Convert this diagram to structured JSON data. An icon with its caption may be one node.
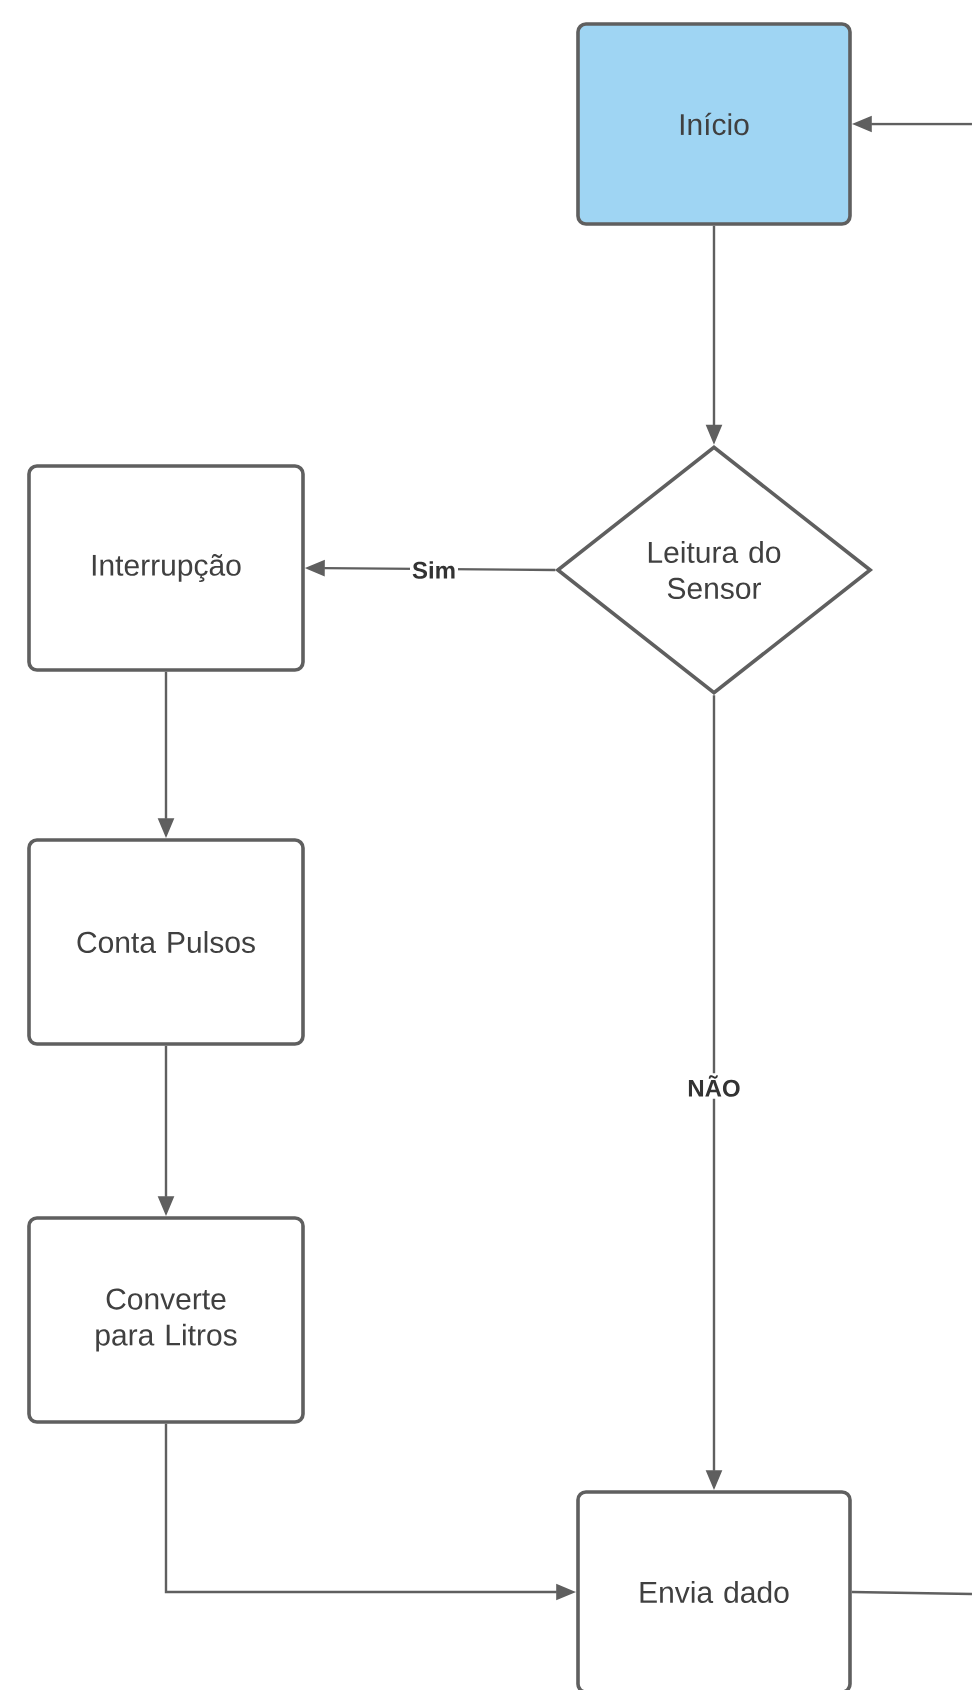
{
  "diagram": {
    "nodes": [
      {
        "text": [
          "Início"
        ]
      },
      {
        "text": [
          "Leitura do Sensor"
        ]
      },
      {
        "text": [
          "Interrupção"
        ]
      },
      {
        "text": [
          "Conta Pulsos"
        ]
      },
      {
        "text": [
          "Converte para Litros"
        ]
      },
      {
        "text": [
          "Envia dado"
        ]
      }
    ],
    "edges": [
      {
        "from": null,
        "to": 0,
        "arrow": "to"
      },
      {
        "from": 0,
        "to": 1,
        "arrow": "to"
      },
      {
        "from": 1,
        "to": 2,
        "arrow": "to",
        "label": "Sim"
      },
      {
        "from": 2,
        "to": 3,
        "arrow": "to"
      },
      {
        "from": 3,
        "to": 4,
        "arrow": "to"
      },
      {
        "from": 4,
        "to": 5,
        "arrow": "to"
      },
      {
        "from": 1,
        "to": 5,
        "arrow": "to",
        "label": "NÃO"
      },
      {
        "from": 5,
        "to": null,
        "arrow": "none"
      }
    ]
  }
}
